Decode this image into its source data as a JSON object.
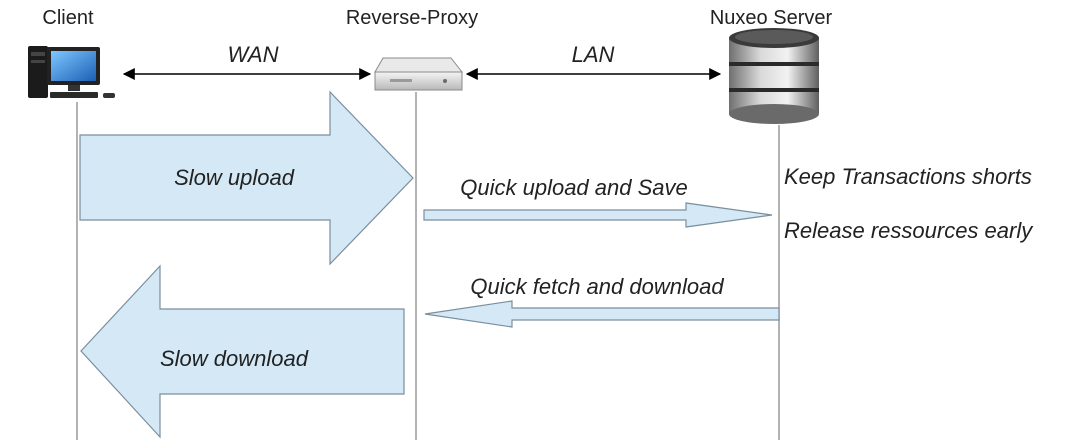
{
  "diagram": {
    "type": "sequence",
    "participants": [
      {
        "id": "client",
        "label": "Client",
        "icon": "desktop-computer-icon"
      },
      {
        "id": "proxy",
        "label": "Reverse-Proxy",
        "icon": "server-box-icon"
      },
      {
        "id": "nuxeo",
        "label": "Nuxeo Server",
        "icon": "database-icon"
      }
    ],
    "links": [
      {
        "from": "client",
        "to": "proxy",
        "label": "WAN"
      },
      {
        "from": "proxy",
        "to": "nuxeo",
        "label": "LAN"
      }
    ],
    "flows": {
      "slow_upload": "Slow upload",
      "quick_upload": "Quick upload and Save",
      "quick_fetch": "Quick fetch and download",
      "slow_download": "Slow download"
    },
    "notes": [
      "Keep Transactions shorts",
      "Release ressources early"
    ]
  },
  "colors": {
    "arrow_fill": "#d4e8f6",
    "arrow_stroke": "#7a8f9e",
    "lifeline": "#9a9a9a"
  }
}
